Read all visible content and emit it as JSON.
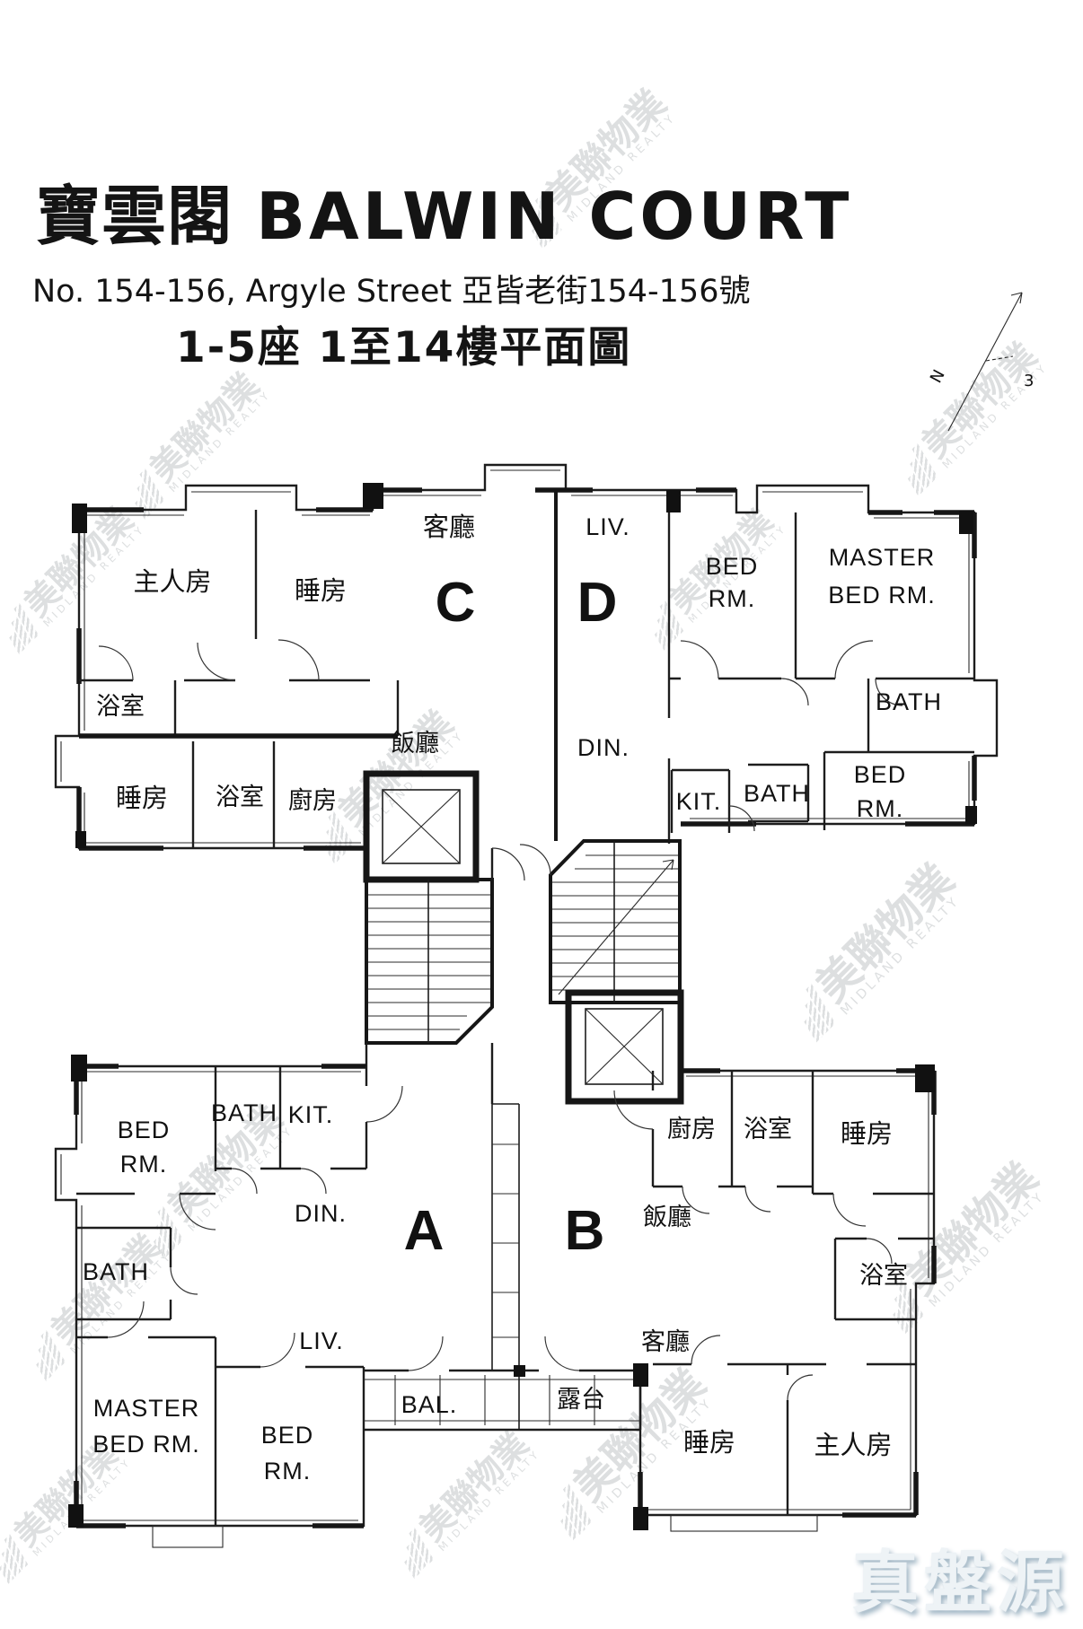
{
  "header": {
    "building_name_zh": "寶雲閣",
    "building_name_en": "BALWIN COURT",
    "address": "No. 154-156, Argyle Street 亞皆老街154-156號",
    "plan_title": "1-5座 1至14樓平面圖"
  },
  "compass": {
    "north_label": "N",
    "mark_label": "3"
  },
  "units": {
    "c": {
      "letter": "C",
      "living": "客廳",
      "dining": "飯廳",
      "master_bedroom": "主人房",
      "bedroom1": "睡房",
      "bedroom2": "睡房",
      "bathroom1": "浴室",
      "bathroom2": "浴室",
      "kitchen": "廚房"
    },
    "d": {
      "letter": "D",
      "living": "LIV.",
      "dining": "DIN.",
      "kitchen": "KIT.",
      "bath1": "BATH",
      "bath2": "BATH",
      "bedroom1_lines": [
        "BED",
        "RM."
      ],
      "master_lines": [
        "MASTER",
        "BED RM."
      ],
      "bedroom2_lines": [
        "BED",
        "RM."
      ]
    },
    "a": {
      "letter": "A",
      "bedroom1_lines": [
        "BED",
        "RM."
      ],
      "bath1": "BATH",
      "kitchen": "KIT.",
      "dining": "DIN.",
      "bath2": "BATH",
      "living": "LIV.",
      "balcony": "BAL.",
      "master_lines": [
        "MASTER",
        "BED RM."
      ],
      "bedroom2_lines": [
        "BED",
        "RM."
      ]
    },
    "b": {
      "letter": "B",
      "kitchen": "廚房",
      "bathroom1": "浴室",
      "bedroom1": "睡房",
      "dining": "飯廳",
      "bathroom2": "浴室",
      "living": "客廳",
      "balcony": "露台",
      "bedroom2": "睡房",
      "master_bedroom": "主人房"
    }
  },
  "watermark": {
    "brand": "美聯物業",
    "brand_en": "MIDLAND REALTY"
  },
  "logo": {
    "text": "真盤源"
  },
  "colors": {
    "ink": "#161616",
    "watermark": "#c2c6c8",
    "logo_text": "#eef3f6",
    "logo_shadow": "#9db3c2"
  }
}
